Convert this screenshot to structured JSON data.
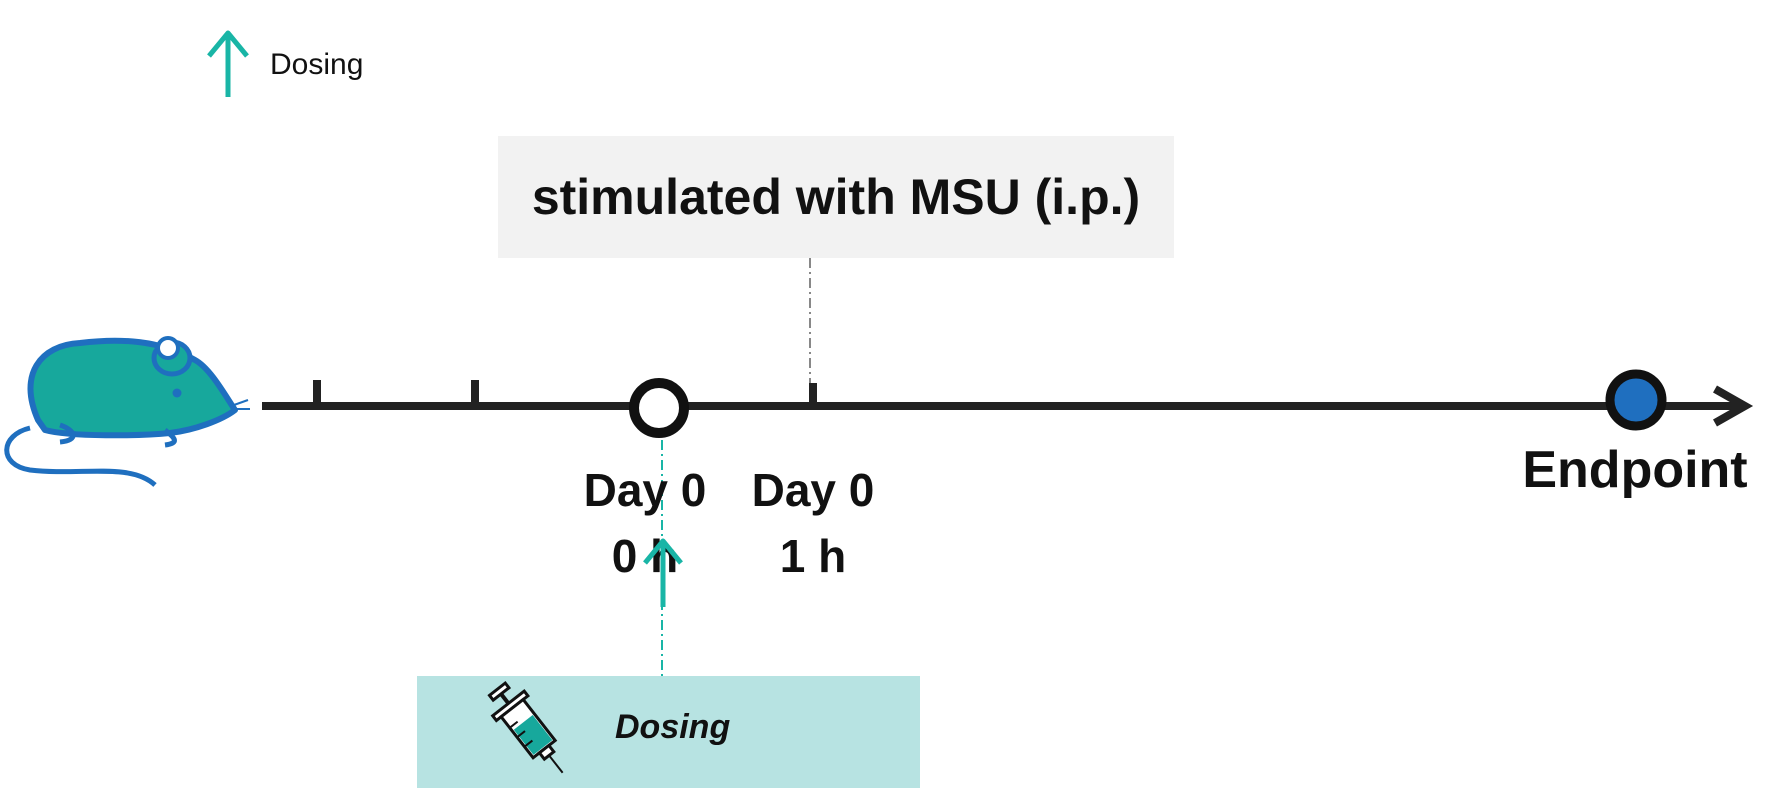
{
  "legend": {
    "icon": "up-arrow-icon",
    "label": "Dosing",
    "color": "#19b5a6"
  },
  "event": {
    "label": "stimulated with MSU (i.p.)"
  },
  "timeline": {
    "ticks": [
      {
        "day": "Day 0",
        "time": "0 h"
      },
      {
        "day": "Day 0",
        "time": "1 h"
      }
    ],
    "endpoint": "Endpoint"
  },
  "dosing_box": {
    "label": "Dosing",
    "icon": "syringe-icon"
  },
  "colors": {
    "axis": "#222222",
    "teal": "#19b5a6",
    "mouse_fill": "#17a89c",
    "mouse_outline": "#1f6fbf",
    "endpoint_fill": "#1f6fbf",
    "box_gray": "#f2f2f2",
    "box_teal": "#b7e3e2"
  }
}
